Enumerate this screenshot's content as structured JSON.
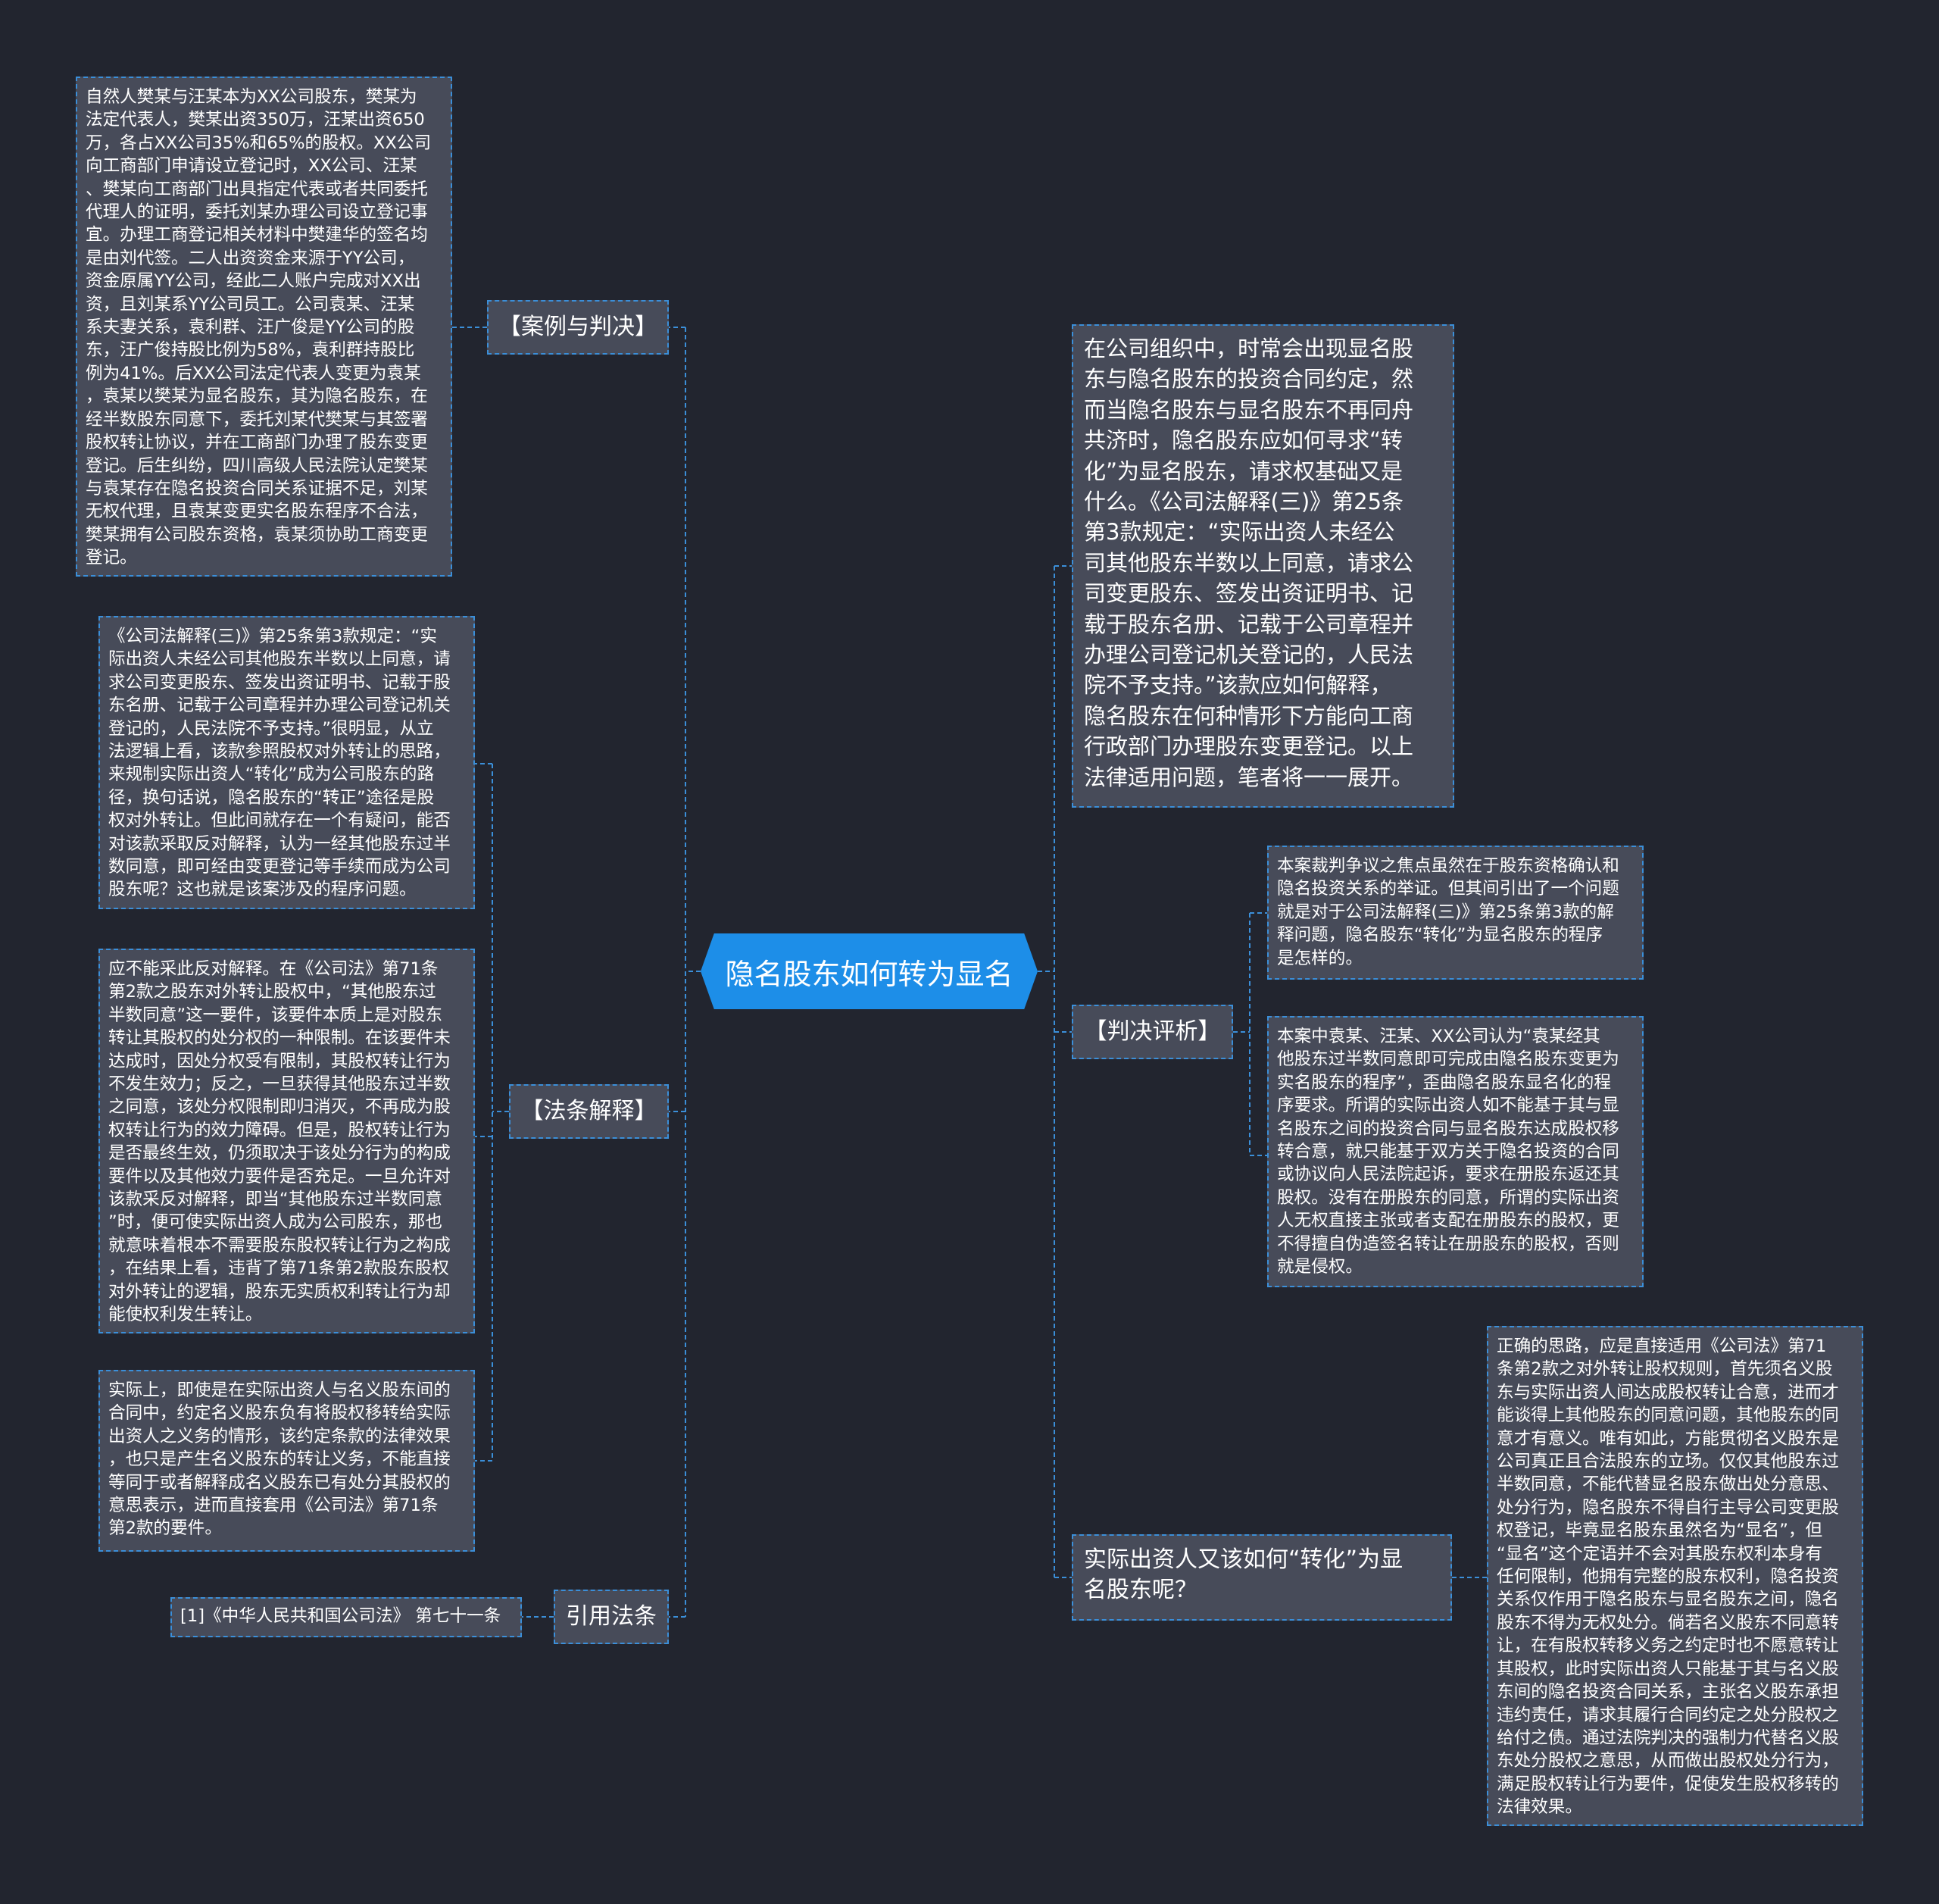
{
  "root": {
    "title": "隐名股东如何转为显名"
  },
  "colors": {
    "background": "#22252f",
    "node": "#474b59",
    "root": "#1d8ee8",
    "connector": "#3b8fd9"
  },
  "left": {
    "case": {
      "label": "【案例与判决】",
      "text": "自然人樊某与汪某本为XX公司股东，樊某为\n法定代表人，樊某出资350万，汪某出资650\n万，各占XX公司35%和65%的股权。XX公司\n向工商部门申请设立登记时，XX公司、汪某\n、樊某向工商部门出具指定代表或者共同委托\n代理人的证明，委托刘某办理公司设立登记事\n宜。办理工商登记相关材料中樊建华的签名均\n是由刘代签。二人出资资金来源于YY公司，\n资金原属YY公司，经此二人账户完成对XX出\n资，且刘某系YY公司员工。公司袁某、汪某\n系夫妻关系，袁利群、汪广俊是YY公司的股\n东，汪广俊持股比例为58%，袁利群持股比\n例为41%。后XX公司法定代表人变更为袁某\n，袁某以樊某为显名股东，其为隐名股东，在\n经半数股东同意下，委托刘某代樊某与其签署\n股权转让协议，并在工商部门办理了股东变更\n登记。后生纠纷，四川高级人民法院认定樊某\n与袁某存在隐名投资合同关系证据不足，刘某\n无权代理，且袁某变更实名股东程序不合法，\n樊某拥有公司股东资格，袁某须协助工商变更\n登记。"
    },
    "law": {
      "label": "【法条解释】",
      "items": [
        "《公司法解释(三)》第25条第3款规定：“实\n际出资人未经公司其他股东半数以上同意，请\n求公司变更股东、签发出资证明书、记载于股\n东名册、记载于公司章程并办理公司登记机关\n登记的，人民法院不予支持。”很明显，从立\n法逻辑上看，该款参照股权对外转让的思路，\n来规制实际出资人“转化”成为公司股东的路\n径，换句话说，隐名股东的“转正”途径是股\n权对外转让。但此间就存在一个有疑问，能否\n对该款采取反对解释，认为一经其他股东过半\n数同意，即可经由变更登记等手续而成为公司\n股东呢？这也就是该案涉及的程序问题。",
        "应不能采此反对解释。在《公司法》第71条\n第2款之股东对外转让股权中，“其他股东过\n半数同意”这一要件，该要件本质上是对股东\n转让其股权的处分权的一种限制。在该要件未\n达成时，因处分权受有限制，其股权转让行为\n不发生效力；反之，一旦获得其他股东过半数\n之同意，该处分权限制即归消灭，不再成为股\n权转让行为的效力障碍。但是，股权转让行为\n是否最终生效，仍须取决于该处分行为的构成\n要件以及其他效力要件是否充足。一旦允许对\n该款采反对解释，即当“其他股东过半数同意\n”时，便可使实际出资人成为公司股东，那也\n就意味着根本不需要股东股权转让行为之构成\n，在结果上看，违背了第71条第2款股东股权\n对外转让的逻辑，股东无实质权利转让行为却\n能使权利发生转让。",
        "实际上，即使是在实际出资人与名义股东间的\n合同中，约定名义股东负有将股权移转给实际\n出资人之义务的情形，该约定条款的法律效果\n，也只是产生名义股东的转让义务，不能直接\n等同于或者解释成名义股东已有处分其股权的\n意思表示，进而直接套用《公司法》第71条\n第2款的要件。"
      ]
    },
    "cite": {
      "label": "引用法条",
      "text": "[1]《中华人民共和国公司法》 第七十一条"
    }
  },
  "right": {
    "intro": "在公司组织中，时常会出现显名股\n东与隐名股东的投资合同约定，然\n而当隐名股东与显名股东不再同舟\n共济时，隐名股东应如何寻求“转\n化”为显名股东，请求权基础又是\n什么。《公司法解释(三)》第25条\n第3款规定：“实际出资人未经公\n司其他股东半数以上同意，请求公\n司变更股东、签发出资证明书、记\n载于股东名册、记载于公司章程并\n办理公司登记机关登记的，人民法\n院不予支持。”该款应如何解释，\n隐名股东在何种情形下方能向工商\n行政部门办理股东变更登记。以上\n法律适用问题，笔者将一一展开。",
    "judgment": {
      "label": "【判决评析】",
      "items": [
        "本案裁判争议之焦点虽然在于股东资格确认和\n隐名投资关系的举证。但其间引出了一个问题\n就是对于公司法解释(三)》第25条第3款的解\n释问题，隐名股东“转化”为显名股东的程序\n是怎样的。",
        "本案中袁某、汪某、XX公司认为“袁某经其\n他股东过半数同意即可完成由隐名股东变更为\n实名股东的程序”，歪曲隐名股东显名化的程\n序要求。所谓的实际出资人如不能基于其与显\n名股东之间的投资合同与显名股东达成股权移\n转合意，就只能基于双方关于隐名投资的合同\n或协议向人民法院起诉，要求在册股东返还其\n股权。没有在册股东的同意，所谓的实际出资\n人无权直接主张或者支配在册股东的股权，更\n不得擅自伪造签名转让在册股东的股权，否则\n就是侵权。"
      ]
    },
    "convert": {
      "label": "实际出资人又该如何“转化”为显\n名股东呢？",
      "text": "正确的思路，应是直接适用《公司法》第71\n条第2款之对外转让股权规则，首先须名义股\n东与实际出资人间达成股权转让合意，进而才\n能谈得上其他股东的同意问题，其他股东的同\n意才有意义。唯有如此，方能贯彻名义股东是\n公司真正且合法股东的立场。仅仅其他股东过\n半数同意，不能代替显名股东做出处分意思、\n处分行为，隐名股东不得自行主导公司变更股\n权登记，毕竟显名股东虽然名为“显名”，但\n“显名”这个定语并不会对其股东权利本身有\n任何限制，他拥有完整的股东权利，隐名投资\n关系仅作用于隐名股东与显名股东之间，隐名\n股东不得为无权处分。倘若名义股东不同意转\n让，在有股权转移义务之约定时也不愿意转让\n其股权，此时实际出资人只能基于其与名义股\n东间的隐名投资合同关系，主张名义股东承担\n违约责任，请求其履行合同约定之处分股权之\n给付之债。通过法院判决的强制力代替名义股\n东处分股权之意思，从而做出股权处分行为，\n满足股权转让行为要件，促使发生股权移转的\n法律效果。"
    }
  }
}
